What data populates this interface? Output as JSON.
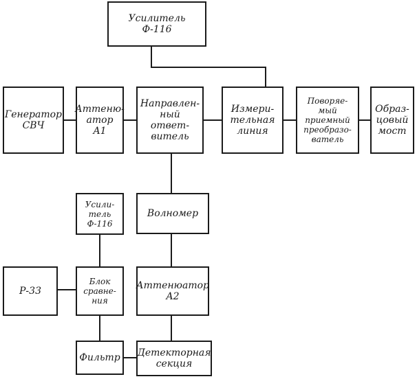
{
  "blocks": {
    "amplifier_top": "Усилитель\nФ-116",
    "microwave_generator": "Генератор\nСВЧ",
    "attenuator_a1": "Аттеню-\nатор\nA1",
    "directional_coupler": "Направлен-\nный ответ-\nвитель",
    "measuring_line": "Измери-\nтельная\nлиния",
    "rotary_receiving_converter": "Поворяе-\nмый\nприемный\nпреобразо-\nватель",
    "reference_bridge": "Образ-\nцовый\nмост",
    "amplifier_left": "Усили-\nтель\nФ-116",
    "wavemeter": "Волномер",
    "r33": "Р-33",
    "comparison_unit": "Блок\nсравне-\nния",
    "attenuator_a2": "Аттенюатор\nA2",
    "filter": "Фильтр",
    "detector_section": "Детекторная\nсекция"
  }
}
